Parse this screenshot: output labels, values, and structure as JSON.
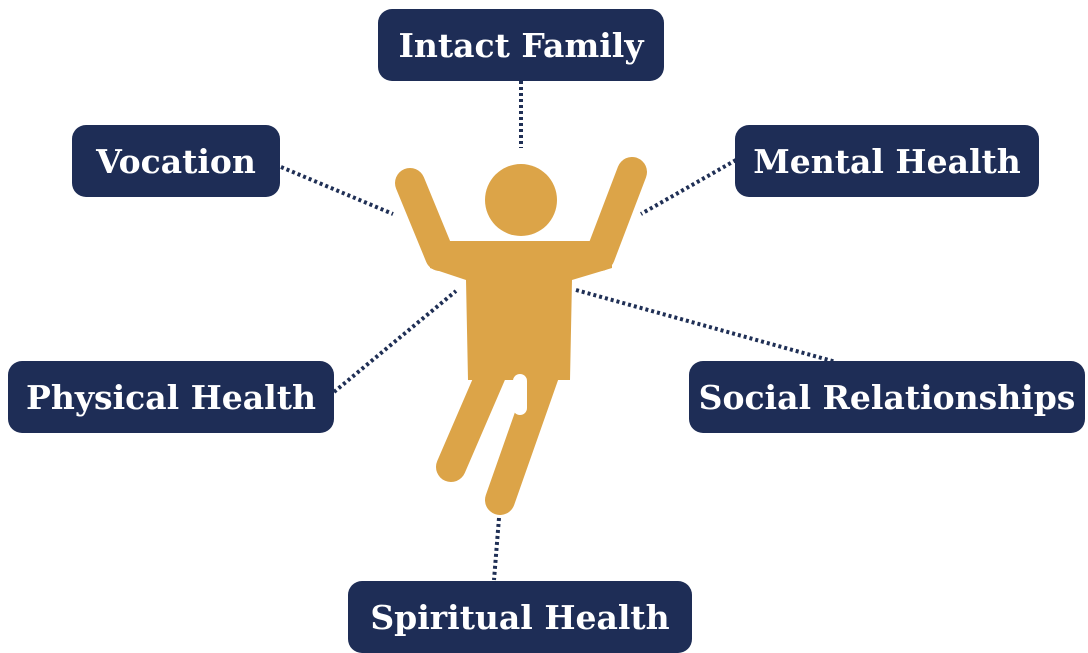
{
  "colors": {
    "box_background": "#1e2d56",
    "figure": "#dca448",
    "connector": "#1f2f55",
    "label_text": "#ffffff"
  },
  "figure": {
    "icon": "person-jumping-arms-raised-icon"
  },
  "labels": {
    "intact_family": "Intact Family",
    "vocation": "Vocation",
    "mental_health": "Mental Health",
    "physical_health": "Physical Health",
    "social_relationships": "Social Relationships",
    "spiritual_health": "Spiritual Health"
  }
}
